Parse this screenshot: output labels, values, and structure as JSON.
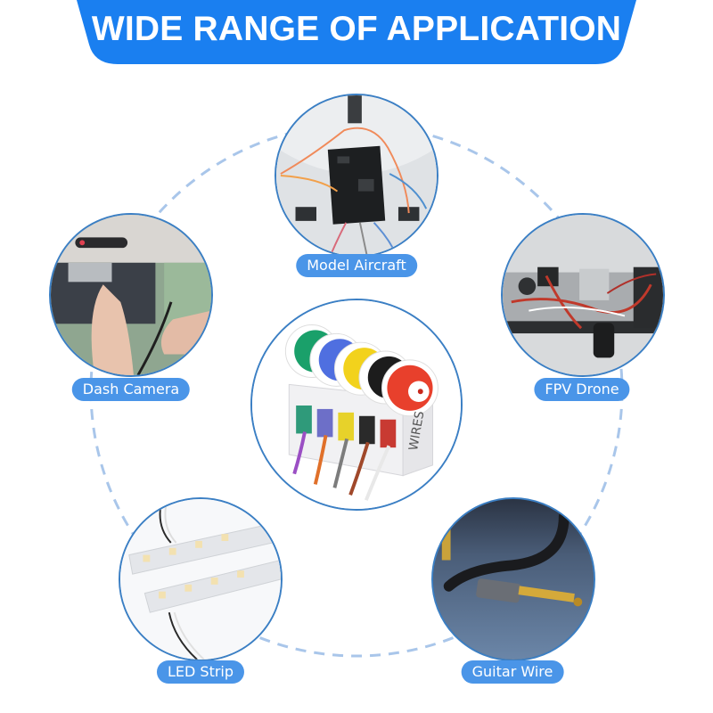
{
  "header": {
    "title": "WIDE RANGE OF APPLICATION",
    "background_color": "#1a7ff0",
    "text_color": "#ffffff"
  },
  "center_product": {
    "description": "Five spools of colored hook-up wire on a WIRES box",
    "spool_colors": [
      "#1aa06a",
      "#4f6fe0",
      "#f2d21c",
      "#1c1c1c",
      "#e8402c"
    ],
    "lead_colors": [
      "#9b4fc4",
      "#e0702a",
      "#7c7c7c",
      "#a0482a",
      "#f4f4f4"
    ],
    "box_text": "WIRES"
  },
  "applications": [
    {
      "label": "Model Aircraft",
      "image": "flight-controller-board"
    },
    {
      "label": "Dash Camera",
      "image": "hands-wiring-dash-cam"
    },
    {
      "label": "FPV Drone",
      "image": "drone-electronics"
    },
    {
      "label": "LED Strip",
      "image": "led-light-bars"
    },
    {
      "label": "Guitar Wire",
      "image": "quarter-inch-jack-cable"
    }
  ],
  "colors": {
    "pill": "#4a95e8",
    "circle_border": "#3b7fc4",
    "dashed_ring": "#a9c6ea"
  }
}
